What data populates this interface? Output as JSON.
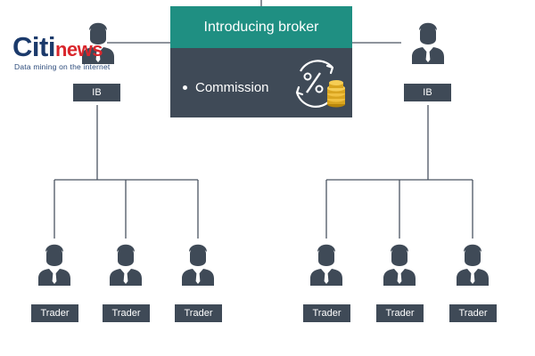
{
  "center": {
    "title": "Introducing broker",
    "item": "Commission",
    "icon": "percent-commission-icon"
  },
  "ib_left": {
    "label": "IB",
    "icon": "person-icon"
  },
  "ib_right": {
    "label": "IB",
    "icon": "person-icon"
  },
  "traders_left": [
    {
      "label": "Trader",
      "icon": "person-icon"
    },
    {
      "label": "Trader",
      "icon": "person-icon"
    },
    {
      "label": "Trader",
      "icon": "person-icon"
    }
  ],
  "traders_right": [
    {
      "label": "Trader",
      "icon": "person-icon"
    },
    {
      "label": "Trader",
      "icon": "person-icon"
    },
    {
      "label": "Trader",
      "icon": "person-icon"
    }
  ],
  "watermark": {
    "brand_part1": "Citi",
    "brand_part2": "news",
    "tagline": "Data mining on the internet"
  },
  "colors": {
    "teal": "#1f8f82",
    "dark_slate": "#3f4a57",
    "line": "#4a5562",
    "gold": "#d9a520"
  }
}
